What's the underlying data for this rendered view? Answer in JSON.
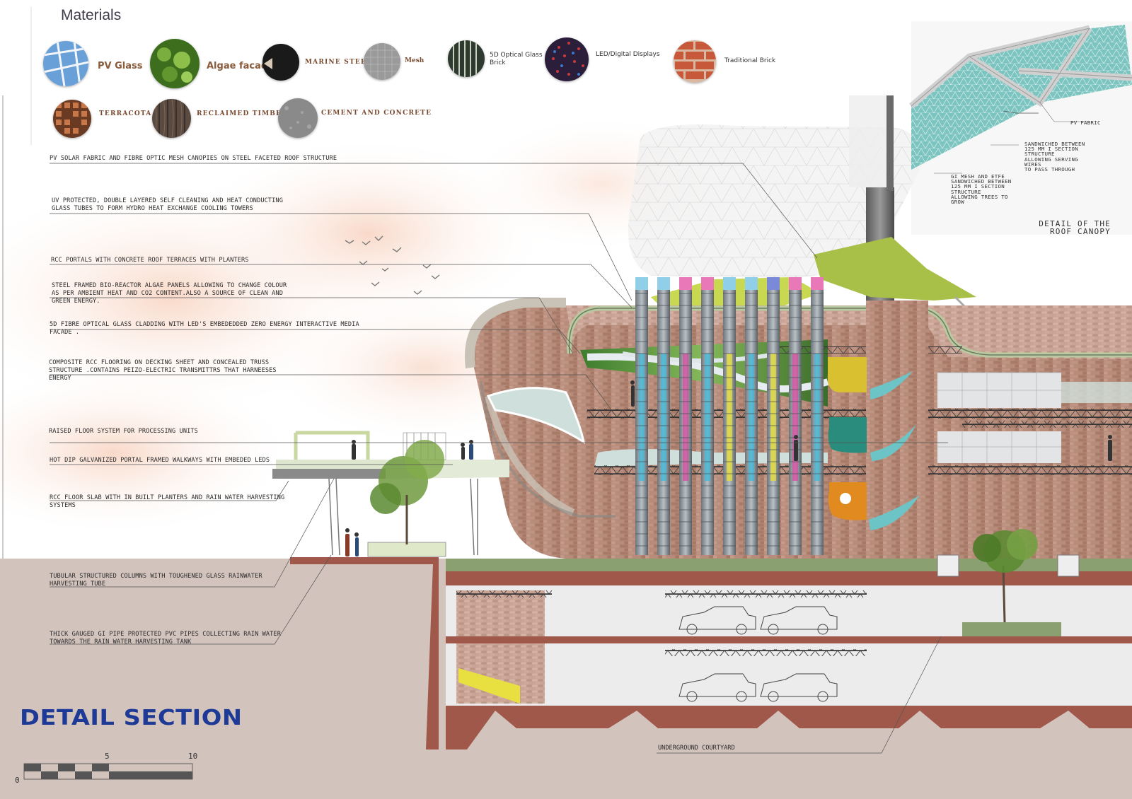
{
  "materials": {
    "title": "Materials",
    "items": [
      {
        "key": "pv-glass",
        "label": "PV Glass"
      },
      {
        "key": "algae",
        "label": "Algae facade"
      },
      {
        "key": "marine-steel",
        "label": "MARINE STEEL"
      },
      {
        "key": "mesh",
        "label": "Mesh"
      },
      {
        "key": "optical-brick",
        "label": "5D Optical Glass Brick"
      },
      {
        "key": "led",
        "label": "LED/Digital Displays"
      },
      {
        "key": "brick",
        "label": "Traditional Brick"
      },
      {
        "key": "terracota",
        "label": "TERRACOTA"
      },
      {
        "key": "timber",
        "label": "RECLAIMED TIMBER"
      },
      {
        "key": "concrete",
        "label": "CEMENT AND CONCRETE"
      }
    ]
  },
  "annotations": [
    "PV SOLAR FABRIC AND FIBRE OPTIC MESH CANOPIES ON STEEL FACETED ROOF STRUCTURE",
    "UV PROTECTED, DOUBLE LAYERED SELF CLEANING AND HEAT CONDUCTING\nGLASS TUBES TO FORM HYDRO HEAT EXCHANGE COOLING TOWERS",
    "RCC PORTALS WITH CONCRETE ROOF TERRACES WITH PLANTERS",
    "STEEL FRAMED BIO-REACTOR ALGAE PANELS ALLOWING TO CHANGE COLOUR\nAS PER AMBIENT HEAT AND CO2 CONTENT.ALSO A SOURCE OF CLEAN AND\nGREEN ENERGY.",
    "5D FIBRE OPTICAL GLASS CLADDING WITH LED'S EMBEDEDDED ZERO ENERGY INTERACTIVE MEDIA\nFACADE .",
    "COMPOSITE RCC FLOORING ON DECKING SHEET AND CONCEALED TRUSS\nSTRUCTURE .CONTAINS PEIZO-ELECTRIC TRANSMITTRS THAT HARNEESES\nENERGY",
    "RAISED FLOOR SYSTEM FOR PROCESSING UNITS",
    "HOT DIP GALVANIZED  PORTAL FRAMED WALKWAYS WITH  EMBEDED LEDS",
    "RCC FLOOR SLAB WITH IN BUILT PLANTERS AND RAIN WATER HARVESTING\nSYSTEMS",
    " TUBULAR STRUCTURED COLUMNS WITH TOUGHENED GLASS RAINWATER\nHARVESTING  TUBE",
    "THICK GAUGED GI PIPE PROTECTED PVC PIPES COLLECTING RAIN WATER\nTOWARDS THE RAIN WATER HARVESTING TANK"
  ],
  "canopy_detail": {
    "title": "DETAIL OF THE\nROOF CANOPY",
    "pv_fabric": "PV FABRIC",
    "sandwich": "SANDWICHED BETWEEN\n125 MM I SECTION\nSTRUCTURE\nALLOWING SERVING\nWIRES\nTO PASS THROUGH",
    "gi_mesh": "GI MESH AND ETFE\nSANDWICHED BETWEEN\n125 MM I SECTION\nSTRUCTURE\nALLOWING TREES TO\nGROW"
  },
  "drawing": {
    "title": "DETAIL SECTION",
    "underground": "UNDERGROUND COURTYARD",
    "scale": {
      "zero": "0",
      "five": "5",
      "ten": "10"
    }
  },
  "colors": {
    "brick": "#b08070",
    "ground": "#d2c3bd",
    "slab": "#a0584a",
    "title": "#1c3a96",
    "algae": "#5e9a3a",
    "tube_cyan": "#3fb8d8",
    "tube_magenta": "#d84aa0",
    "tube_yellow": "#e8e030",
    "canopy": "#6ab8b4"
  }
}
